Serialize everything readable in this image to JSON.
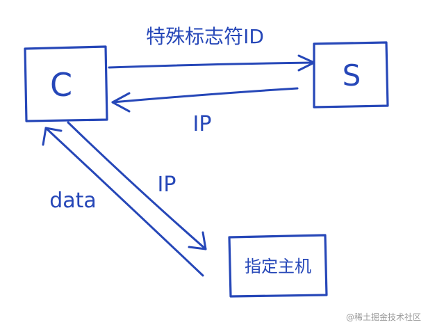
{
  "colors": {
    "ink": "#2647b8",
    "watermark": "#9a9a9a",
    "background": "#ffffff"
  },
  "nodes": {
    "client": {
      "label": "C"
    },
    "server": {
      "label": "S"
    },
    "host": {
      "label": "指定主机"
    }
  },
  "edges": {
    "client_to_server": {
      "label": "特殊标志符ID"
    },
    "server_to_client": {
      "label": "IP"
    },
    "client_to_host": {
      "label": "IP"
    },
    "host_to_client": {
      "label": "data"
    }
  },
  "watermark": {
    "text": "@稀土掘金技术社区"
  }
}
